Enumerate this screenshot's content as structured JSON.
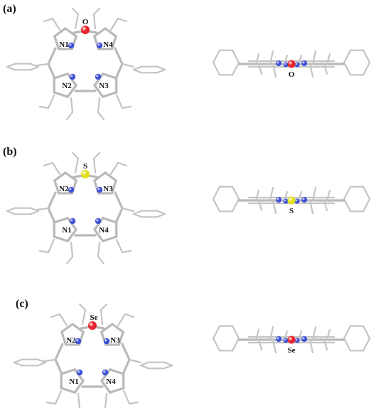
{
  "panels": [
    {
      "label": "(a)",
      "heteroatom": "O",
      "heteroatom_color": "#e8242a",
      "top_labels": [
        "N1",
        "N4"
      ],
      "bottom_labels": [
        "N2",
        "N3"
      ],
      "side_label": "O"
    },
    {
      "label": "(b)",
      "heteroatom": "S",
      "heteroatom_color": "#e2e01a",
      "top_labels": [
        "N2",
        "N3"
      ],
      "bottom_labels": [
        "N1",
        "N4"
      ],
      "side_label": "S"
    },
    {
      "label": "(c)",
      "heteroatom": "Se",
      "heteroatom_color": "#e8242a",
      "top_labels": [
        "N2",
        "N3"
      ],
      "bottom_labels": [
        "N1",
        "N4"
      ],
      "side_label": "Se"
    }
  ],
  "colors": {
    "nitrogen": "#3b4fd8",
    "bond": "#b9b9b9",
    "background": "#ffffff"
  }
}
